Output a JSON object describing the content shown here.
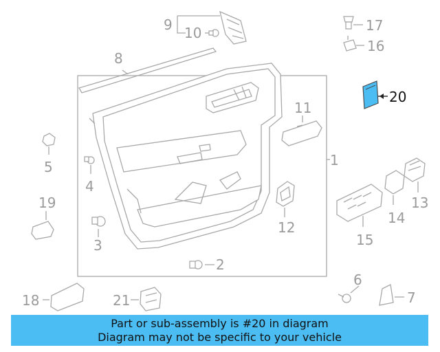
{
  "diagram": {
    "highlight_color": "#4cbdf3",
    "line_color": "#a8a8a8",
    "labels": {
      "p1": "1",
      "p2": "2",
      "p3": "3",
      "p4": "4",
      "p5": "5",
      "p6": "6",
      "p7": "7",
      "p8": "8",
      "p9": "9",
      "p10": "10",
      "p11": "11",
      "p12": "12",
      "p13": "13",
      "p14": "14",
      "p15": "15",
      "p16": "16",
      "p17": "17",
      "p18": "18",
      "p19": "19",
      "p20": "20",
      "p21": "21"
    },
    "highlighted_part": "20"
  },
  "banner": {
    "line1": "Part or sub-assembly is #20 in diagram",
    "line2": "Diagram may not be specific to your vehicle",
    "color": "#4cbdf3"
  }
}
